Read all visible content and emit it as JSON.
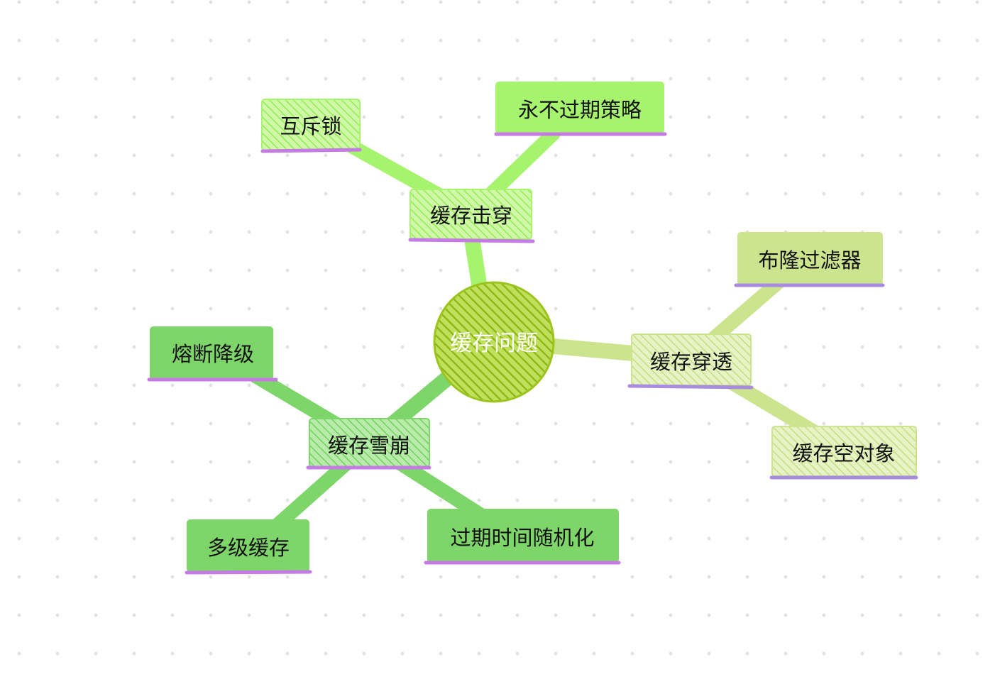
{
  "mindmap": {
    "root": {
      "label": "缓存问题"
    },
    "branches": [
      {
        "label": "缓存击穿",
        "children": [
          {
            "label": "互斥锁"
          },
          {
            "label": "永不过期策略"
          }
        ]
      },
      {
        "label": "缓存穿透",
        "children": [
          {
            "label": "布隆过滤器"
          },
          {
            "label": "缓存空对象"
          }
        ]
      },
      {
        "label": "缓存雪崩",
        "children": [
          {
            "label": "熔断降级"
          },
          {
            "label": "多级缓存"
          },
          {
            "label": "过期时间随机化"
          }
        ]
      }
    ]
  },
  "colors": {
    "root_fill": "#9cc41f",
    "branch_breakdown": "#a6f46e",
    "branch_penetration": "#cce48e",
    "branch_avalanche": "#7ed66a",
    "underline_breakdown": "#c57ae6",
    "underline_penetration": "#a98ce0",
    "underline_avalanche": "#c57ae6"
  }
}
